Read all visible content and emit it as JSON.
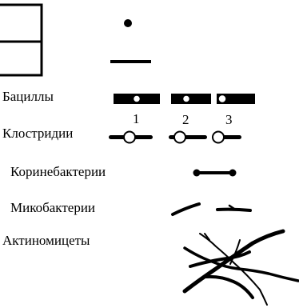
{
  "labels": {
    "bacilli": "Бациллы",
    "clostridia": "Клостридии",
    "corynebacteria": "Коринебактерии",
    "mycobacteria": "Микобактерии",
    "actinomycetes": "Актиномицеты"
  },
  "spore_position_numbers": [
    "1",
    "2",
    "3"
  ],
  "colors": {
    "ink": "#000000",
    "background": "#ffffff"
  }
}
